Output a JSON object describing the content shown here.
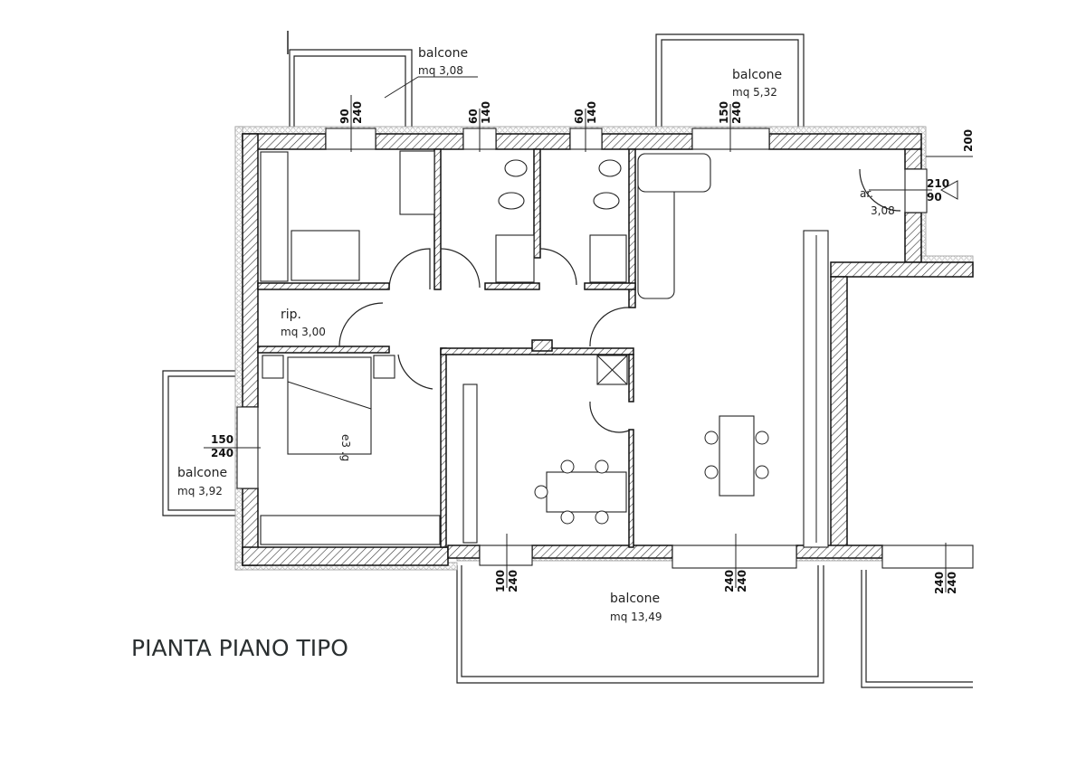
{
  "title": "PIANTA PIANO TIPO",
  "rooms": {
    "balcone_top_left": {
      "name": "balcone",
      "area": "mq 3,08"
    },
    "balcone_top_right": {
      "name": "balcone",
      "area": "mq 5,32"
    },
    "balcone_left": {
      "name": "balcone",
      "area": "mq 3,92"
    },
    "balcone_bottom": {
      "name": "balcone",
      "area": "mq 13,49"
    },
    "ripostiglio": {
      "name": "rip.",
      "area": "mq 3,00"
    },
    "ingresso": {
      "name": "ar.",
      "area": "3,08"
    }
  },
  "openings": {
    "w1": {
      "w": "90",
      "h": "240"
    },
    "w2": {
      "w": "60",
      "h": "140"
    },
    "w3": {
      "w": "60",
      "h": "140"
    },
    "w4": {
      "w": "150",
      "h": "240"
    },
    "w5": {
      "w": "150",
      "h": "240"
    },
    "w6": {
      "w": "100",
      "h": "240"
    },
    "w7": {
      "w": "240",
      "h": "240"
    },
    "w8": {
      "w": "240",
      "h": "240"
    },
    "door": {
      "w": "210",
      "h": "90"
    },
    "side": "200"
  },
  "bed_label": "e3  .g"
}
